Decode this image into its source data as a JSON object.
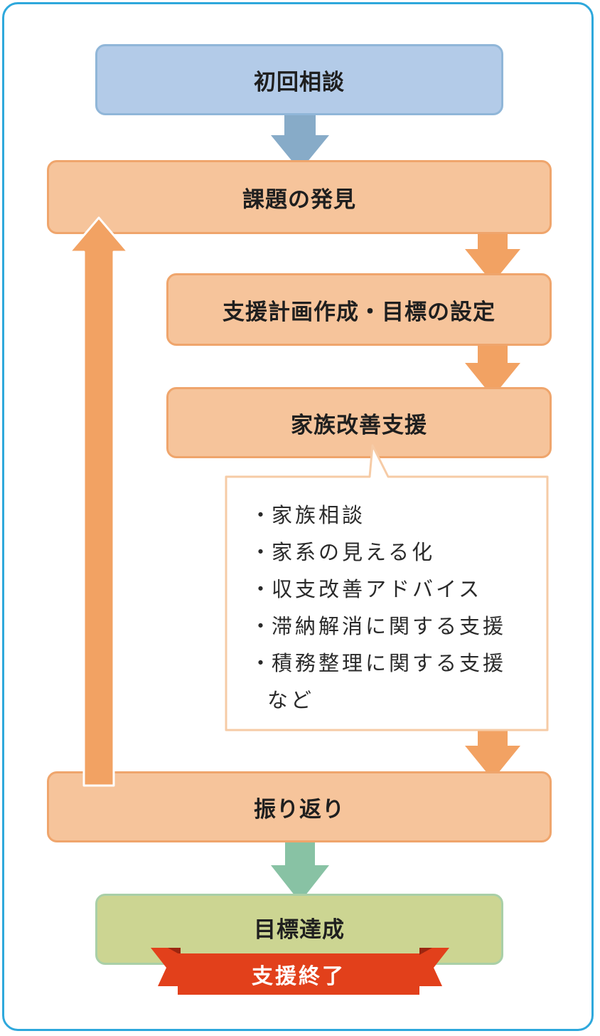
{
  "steps": {
    "initial_consultation": "初回相談",
    "issue_discovery": "課題の発見",
    "plan_and_goals": "支援計画作成・目標の設定",
    "household_support": "家族改善支援",
    "review": "振り返り",
    "goal_achieved": "目標達成",
    "support_end": "支援終了"
  },
  "support_items": [
    {
      "bullet": "・",
      "text": "家族相談"
    },
    {
      "bullet": "・",
      "text": "家系の見える化"
    },
    {
      "bullet": "・",
      "text": "収支改善アドバイス"
    },
    {
      "bullet": "・",
      "text": "滞納解消に関する支援"
    },
    {
      "bullet": "・",
      "text": "積務整理に関する支援"
    },
    {
      "bullet": "",
      "text": "など"
    }
  ],
  "colors": {
    "frame": "#2ea8dc",
    "blue_box": "#b3cbe8",
    "orange_box": "#f6c49b",
    "orange_arrow": "#f2a263",
    "blue_arrow": "#87abc8",
    "green_arrow": "#88c2a4",
    "green_box": "#ccd592",
    "ribbon": "#e2401b"
  }
}
